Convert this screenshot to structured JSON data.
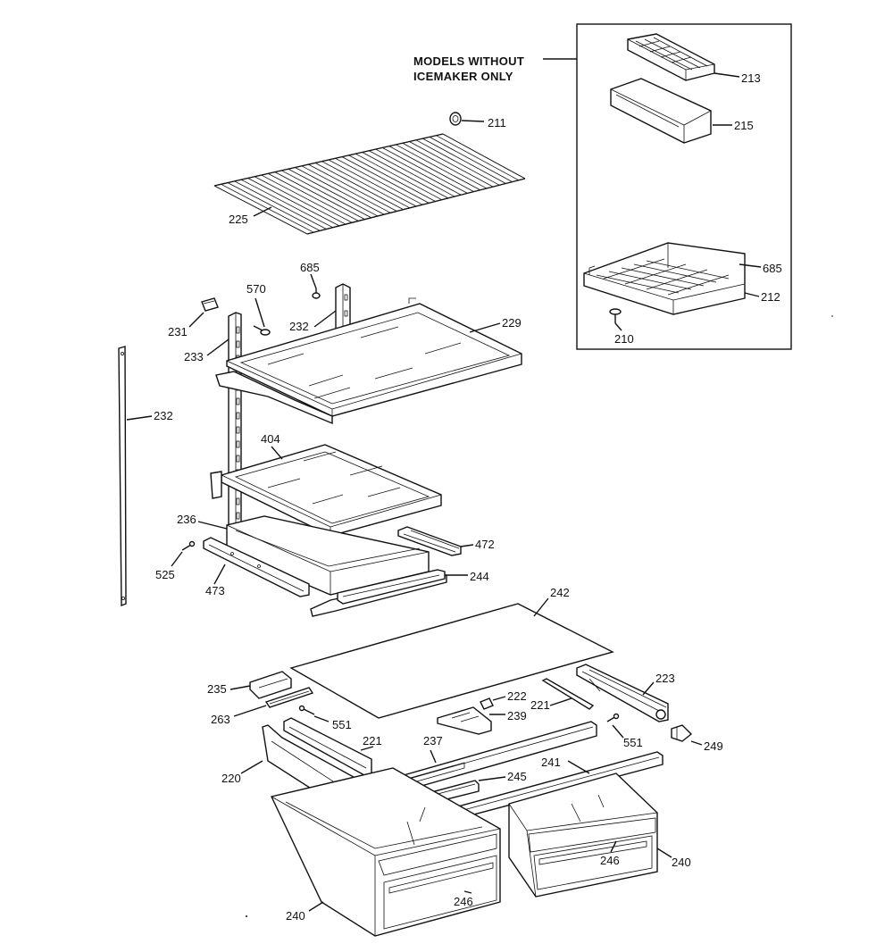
{
  "inset_note": "MODELS WITHOUT\nICEMAKER ONLY",
  "labels": {
    "p213": "213",
    "p215": "215",
    "p685a": "685",
    "p212": "212",
    "p210": "210",
    "p211": "211",
    "p225": "225",
    "p685b": "685",
    "p570": "570",
    "p231": "231",
    "p232a": "232",
    "p229": "229",
    "p233": "233",
    "p232b": "232",
    "p404": "404",
    "p236": "236",
    "p472": "472",
    "p525": "525",
    "p473": "473",
    "p244": "244",
    "p242": "242",
    "p223": "223",
    "p235": "235",
    "p222": "222",
    "p221a": "221",
    "p263": "263",
    "p551a": "551",
    "p239": "239",
    "p221b": "221",
    "p237": "237",
    "p551b": "551",
    "p249": "249",
    "p220": "220",
    "p241": "241",
    "p245": "245",
    "p240a": "240",
    "p246a": "246",
    "p246b": "246",
    "p240b": "240"
  },
  "colors": {
    "line": "#111111",
    "paper": "#ffffff"
  }
}
